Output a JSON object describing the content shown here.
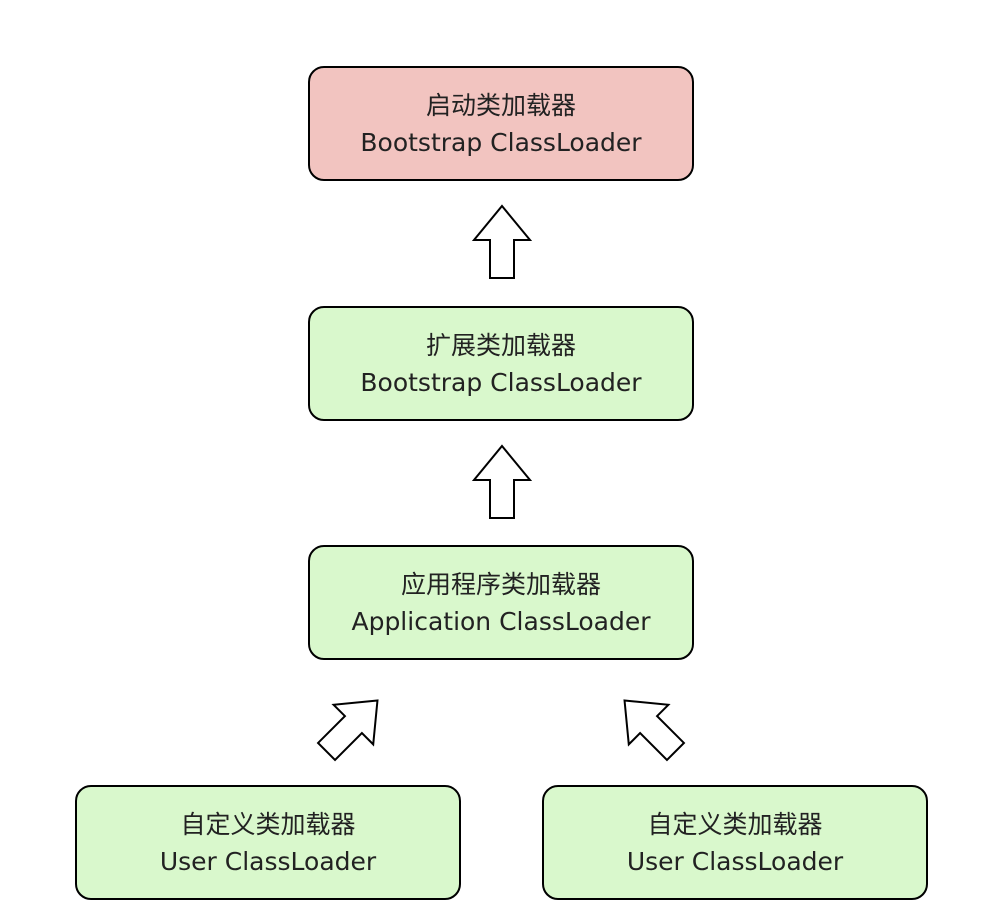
{
  "colors": {
    "bootstrap_fill": "#f2c4c0",
    "loader_fill": "#d9f8cc",
    "border": "#000000",
    "text": "#222222"
  },
  "nodes": {
    "bootstrap": {
      "title_zh": "启动类加载器",
      "title_en": "Bootstrap ClassLoader"
    },
    "extension": {
      "title_zh": "扩展类加载器",
      "title_en": "Bootstrap ClassLoader"
    },
    "application": {
      "title_zh": "应用程序类加载器",
      "title_en": "Application ClassLoader"
    },
    "user_left": {
      "title_zh": "自定义类加载器",
      "title_en": "User ClassLoader"
    },
    "user_right": {
      "title_zh": "自定义类加载器",
      "title_en": "User ClassLoader"
    }
  },
  "edges": [
    {
      "from": "extension",
      "to": "bootstrap",
      "icon": "hollow-arrow-up-icon"
    },
    {
      "from": "application",
      "to": "extension",
      "icon": "hollow-arrow-up-icon"
    },
    {
      "from": "user_left",
      "to": "application",
      "icon": "hollow-arrow-up-right-icon"
    },
    {
      "from": "user_right",
      "to": "application",
      "icon": "hollow-arrow-up-left-icon"
    }
  ]
}
